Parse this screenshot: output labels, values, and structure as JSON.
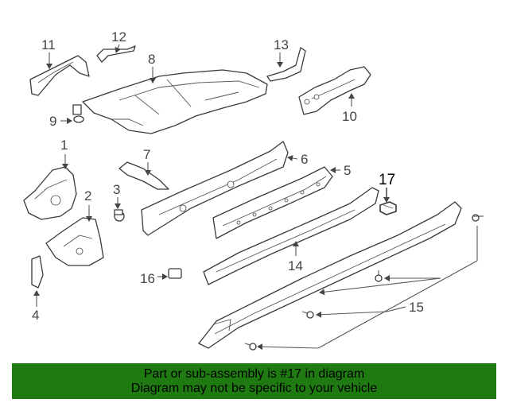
{
  "callouts": {
    "n1": "1",
    "n2": "2",
    "n3": "3",
    "n4": "4",
    "n5": "5",
    "n6": "6",
    "n7": "7",
    "n8": "8",
    "n9": "9",
    "n10": "10",
    "n11": "11",
    "n12": "12",
    "n13": "13",
    "n14": "14",
    "n15": "15",
    "n16": "16",
    "n17": "17"
  },
  "highlight_part": "17",
  "banner": {
    "line1": "Part or sub-assembly is #17 in diagram",
    "line2": "Diagram may not be specific to your vehicle",
    "background": "#1f7a12"
  }
}
